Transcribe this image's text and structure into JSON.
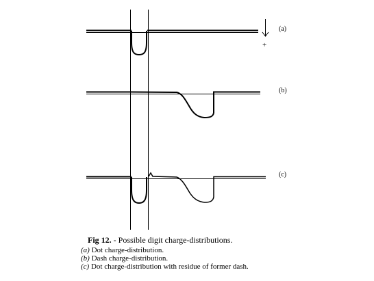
{
  "panels": [
    {
      "label": "(a)"
    },
    {
      "label": "(b)"
    },
    {
      "label": "(c)"
    }
  ],
  "polarity_sign": "+",
  "caption": {
    "figure_number": "Fig 12.",
    "title": " - Possible digit charge-distributions.",
    "items": [
      {
        "tag": "(a)",
        "text": " Dot charge-distribution."
      },
      {
        "tag": "(b)",
        "text": " Dash charge-distribution."
      },
      {
        "tag": "(c)",
        "text": " Dot charge-distribution with residue of former dash."
      }
    ]
  }
}
